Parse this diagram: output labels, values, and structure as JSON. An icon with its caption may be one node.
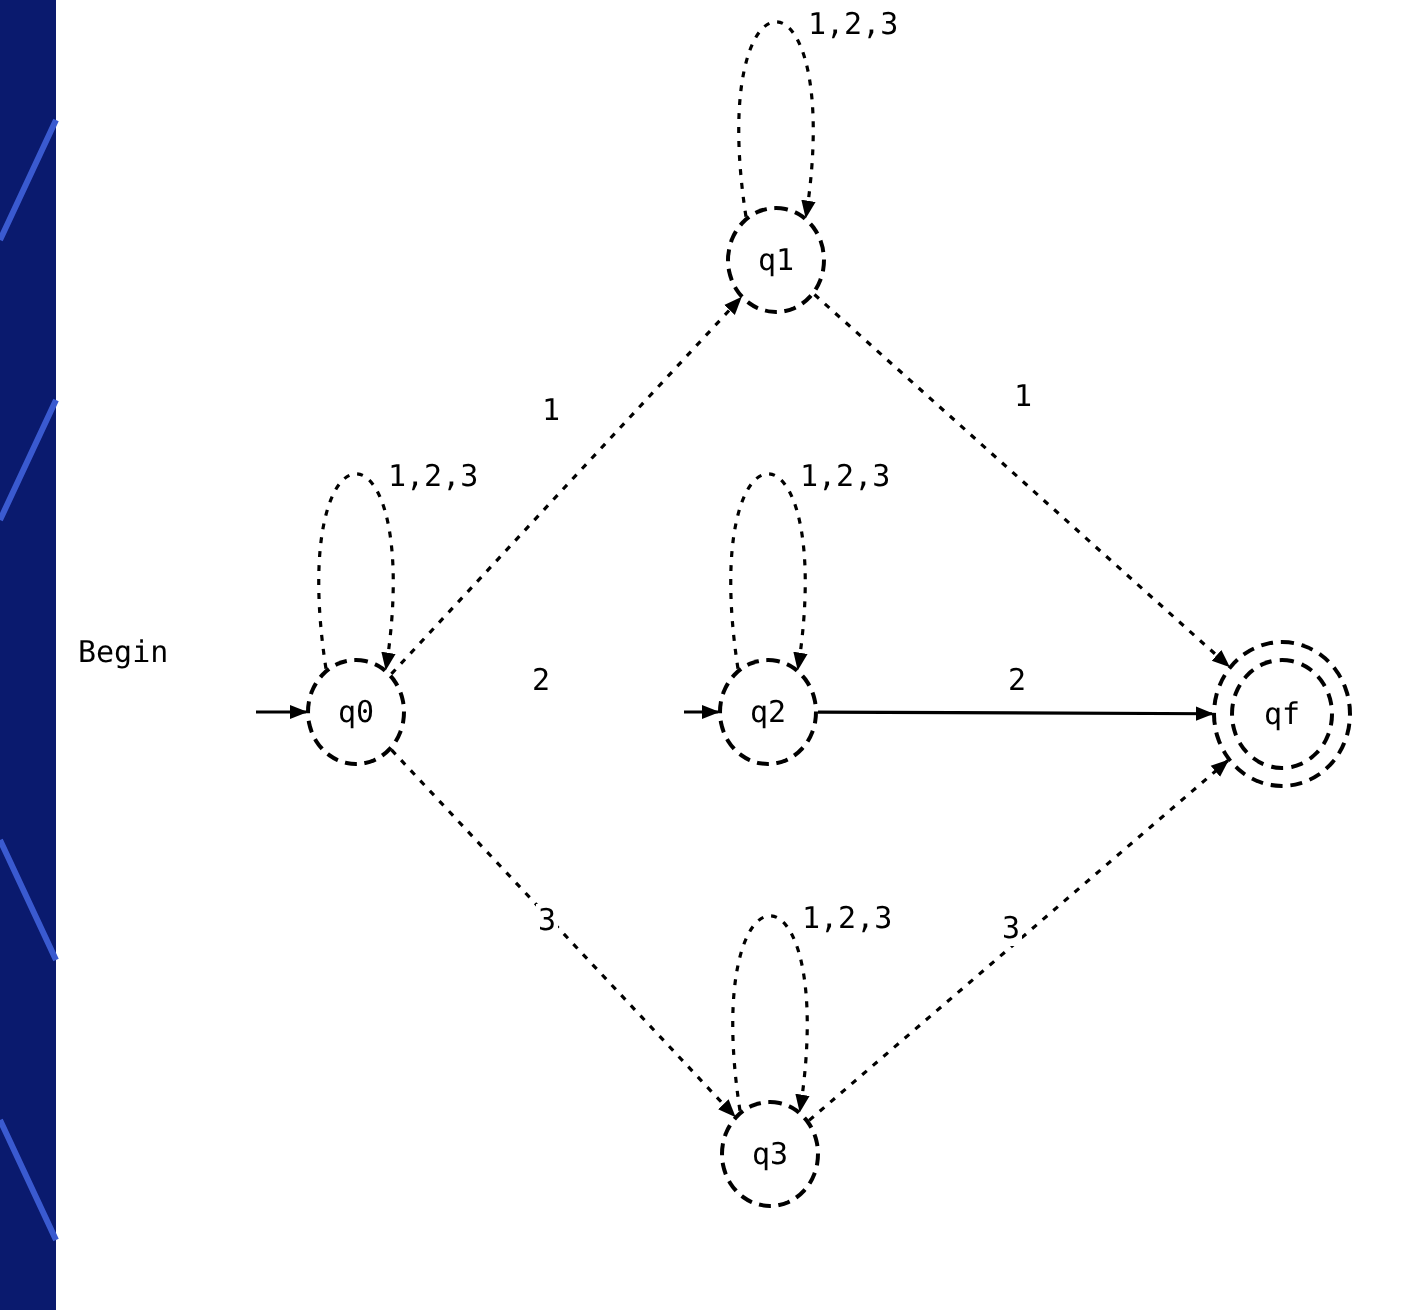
{
  "diagram": {
    "nodes": [
      {
        "text": [
          "q1"
        ]
      },
      {
        "text": [
          "q0"
        ]
      },
      {
        "text": [
          "q2"
        ]
      },
      {
        "text": [
          "qf"
        ]
      },
      {
        "text": [
          "q3"
        ]
      }
    ],
    "edges": [
      {
        "from": null,
        "to": 1,
        "arrow": "to"
      },
      {
        "from": 1,
        "to": 1,
        "arrow": "to",
        "label": "1,2,3",
        "style": "dashed"
      },
      {
        "from": 1,
        "to": 0,
        "arrow": "to",
        "label": "1",
        "style": "dashed"
      },
      {
        "from": 1,
        "to": 4,
        "arrow": "to",
        "label": "3",
        "style": "dashed"
      },
      {
        "from": 0,
        "to": 0,
        "arrow": "to",
        "label": "1,2,3",
        "style": "dashed"
      },
      {
        "from": 0,
        "to": 3,
        "arrow": "to",
        "label": "1",
        "style": "dashed"
      },
      {
        "from": null,
        "to": 2,
        "arrow": "to"
      },
      {
        "from": 2,
        "to": 2,
        "arrow": "to",
        "label": "1,2,3",
        "style": "dashed"
      },
      {
        "from": 2,
        "to": 3,
        "arrow": "to",
        "label": "2"
      },
      {
        "from": 4,
        "to": 4,
        "arrow": "to",
        "label": "1,2,3",
        "style": "dashed"
      },
      {
        "from": 4,
        "to": 3,
        "arrow": "to",
        "label": "3",
        "style": "dashed"
      }
    ],
    "labels": [
      "Begin",
      "2"
    ]
  }
}
